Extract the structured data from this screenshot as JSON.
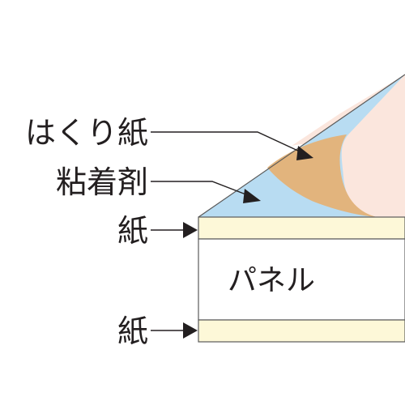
{
  "labels": {
    "release_paper": "はくり紙",
    "adhesive": "粘着剤",
    "paper_top": "紙",
    "panel": "パネル",
    "paper_bottom": "紙"
  },
  "colors": {
    "release_paper": "#fbe6dd",
    "adhesive": "#b8dcf2",
    "release_curl": "#e2b47d",
    "paper_layer": "#fdf8d8",
    "panel_core": "#ffffff",
    "outline": "#5a5a5a",
    "text": "#231f20"
  }
}
